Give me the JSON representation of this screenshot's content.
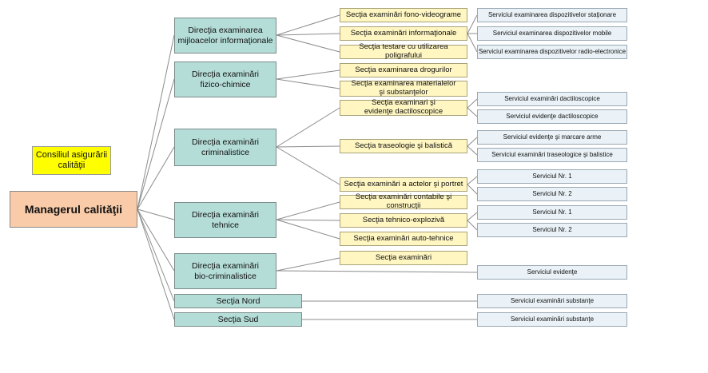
{
  "colors": {
    "wire": "#8c8c8c"
  },
  "manager": {
    "label": "Managerul calităţii"
  },
  "council": {
    "label": "Consiliul asigurării\ncalităţii"
  },
  "directions": [
    {
      "label": "Direcţia examinarea\nmijloacelor informaţionale"
    },
    {
      "label": "Direcţia examinări\nfizico-chimice"
    },
    {
      "label": "Direcţia examinări\ncriminalistice"
    },
    {
      "label": "Direcţia examinări\ntehnice"
    },
    {
      "label": "Direcţia examinări\nbio-criminalistice"
    },
    {
      "label": "Secţia Nord"
    },
    {
      "label": "Secţia Sud"
    }
  ],
  "sections": [
    {
      "label": "Secţia examinări fono-videograme"
    },
    {
      "label": "Secţia examinări informaţionale"
    },
    {
      "label": "Secţia testare cu utilizarea poligrafului"
    },
    {
      "label": "Secţia examinarea drogurilor"
    },
    {
      "label": "Secţia examinarea materialelor\nşi substanţelor"
    },
    {
      "label": "Secţia examinari şi\nevidenţe dactiloscopice"
    },
    {
      "label": "Secţia traseologie şi balistică"
    },
    {
      "label": "Secţia examinări a actelor şi portret"
    },
    {
      "label": "Secţia examinări contabile şi construcţii"
    },
    {
      "label": "Secţia tehnico-explozivă"
    },
    {
      "label": "Secţia examinări auto-tehnice"
    },
    {
      "label": "Secţia examinări"
    }
  ],
  "services": [
    {
      "label": "Serviciul examinarea dispozitivelor staţionare"
    },
    {
      "label": "Serviciul examinarea dispozitivelor mobile"
    },
    {
      "label": "Serviciul examinarea dispozitivelor radio-electronice"
    },
    {
      "label": "Serviciul examinări dactiloscopice"
    },
    {
      "label": "Serviciul evidenţe dactiloscopice"
    },
    {
      "label": "Serviciul evidenţe şi marcare arme"
    },
    {
      "label": "Serviciul examinări traseologice şi balistice"
    },
    {
      "label": "Serviciul Nr. 1"
    },
    {
      "label": "Serviciul Nr. 2"
    },
    {
      "label": "Serviciul Nr. 1"
    },
    {
      "label": "Serviciul Nr. 2"
    },
    {
      "label": "Serviciul evidenţe"
    },
    {
      "label": "Serviciul examinări substanţe"
    },
    {
      "label": "Serviciul examinări substanţe"
    }
  ]
}
